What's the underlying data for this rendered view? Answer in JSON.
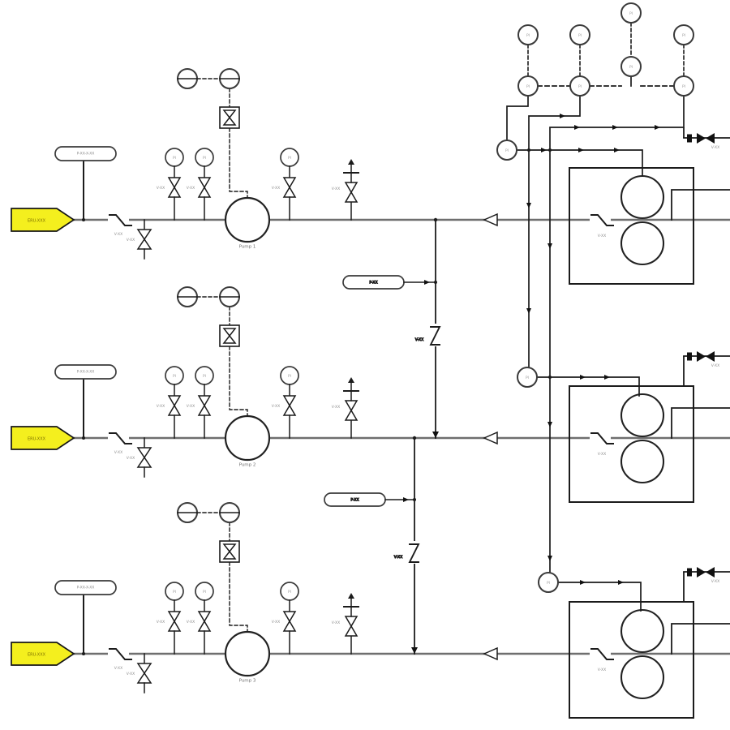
{
  "colors": {
    "background": "#ffffff",
    "process_line": "#6f6f6f",
    "symbol_line": "#1b1b1b",
    "source_tag_fill": "#f4ef1e"
  },
  "labels": {
    "instrument_tag": "PI",
    "valve_tag": "V-XX"
  },
  "trains": [
    {
      "source_tag": "ERU-XXX",
      "line_tag": "P-XX-X-XX",
      "pump_label": "Pump 1"
    },
    {
      "source_tag": "ERU-XXX",
      "line_tag": "P-XX-X-XX",
      "pump_label": "Pump 2"
    },
    {
      "source_tag": "ERU-XXX",
      "line_tag": "P-XX-X-XX",
      "pump_label": "Pump 3"
    }
  ],
  "branches": [
    {
      "line_tag": "P-XX"
    },
    {
      "line_tag": "P-XX"
    }
  ]
}
